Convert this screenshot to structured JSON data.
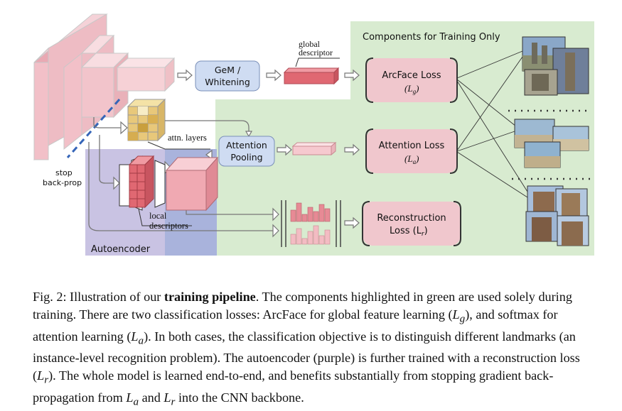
{
  "diagram": {
    "green_region_label": "Components for Training Only",
    "autoencoder_label": "Autoencoder",
    "gem_label_line1": "GeM /",
    "gem_label_line2": "Whitening",
    "global_desc_line1": "global",
    "global_desc_line2": "descriptor",
    "attn_layers_label": "attn. layers",
    "attn_pooling_line1": "Attention",
    "attn_pooling_line2": "Pooling",
    "stop_line1": "stop",
    "stop_line2": "back-prop",
    "local_desc_line1": "local",
    "local_desc_line2": "descriptors",
    "arcface_line1": "ArcFace Loss",
    "arcface_line2": "(L",
    "arcface_sub": "g",
    "attention_loss_line1": "Attention Loss",
    "attention_loss_line2": "(L",
    "attention_loss_sub": "a",
    "recon_line1": "Reconstruction",
    "recon_line2": "Loss (L",
    "recon_sub": "r",
    "colors": {
      "green_bg": "#d8ebd0",
      "purple_bg": "#c9c3e3",
      "blue_bg": "#a9b3dc",
      "pink_box": "#f0c7cd",
      "blue_box": "#cfdcf2",
      "red_feat": "#e06872",
      "pink_cube": "#f2b3bd",
      "yellow_grid": "#e8c87a",
      "stop_line": "#3565b8"
    }
  },
  "caption": {
    "fig_label": "Fig. 2: Illustration of our ",
    "bold_part": "training pipeline",
    "text1": ". The components highlighted in green are used solely during training. There are two classification losses: ArcFace for global feature learning (",
    "lg": "L",
    "lg_sub": "g",
    "text2": "), and softmax for attention learning (",
    "la": "L",
    "la_sub": "a",
    "text3": "). In both cases, the classification objective is to distinguish different landmarks (an instance-level recognition problem). The autoencoder (purple) is further trained with a reconstruction loss (",
    "lr": "L",
    "lr_sub": "r",
    "text4": "). The whole model is learned end-to-end, and benefits substantially from stopping gradient back-propagation from ",
    "la2": "L",
    "la2_sub": "a",
    "text5": " and ",
    "lr2": "L",
    "lr2_sub": "r",
    "text6": " into the CNN backbone."
  }
}
